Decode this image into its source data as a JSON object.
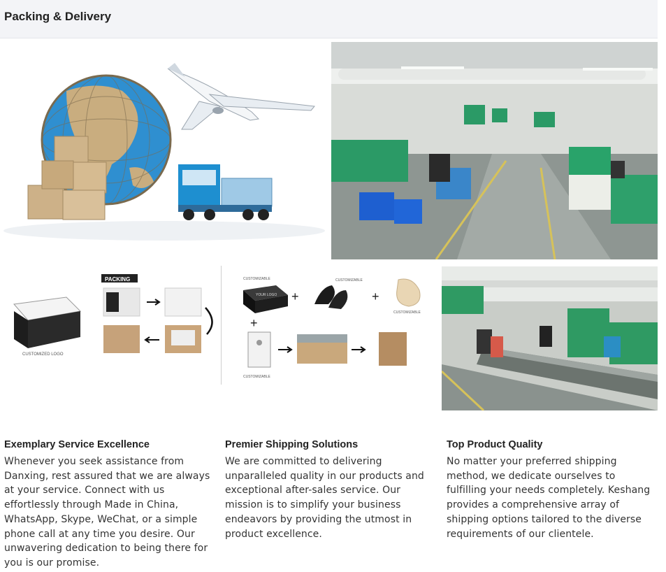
{
  "header": {
    "title": "Packing & Delivery"
  },
  "images": {
    "logistics": {
      "label": "globe-boxes-airplane-truck"
    },
    "factory_floor": {
      "label": "shoe-factory-floor"
    },
    "packing": {
      "packing_label": "PACKING",
      "customized_logo": "CUSTOMIZED LOGO"
    },
    "components": {
      "box_label": "CUSTOMIZABLE",
      "box_logo": "YOUR LOGO",
      "shoes_label": "CUSTOMIZABLE",
      "bag_label": "CUSTOMIZABLE",
      "tag_label": "CUSTOMIZABLE"
    },
    "assembly_line": {
      "label": "shoe-assembly-line"
    }
  },
  "features": [
    {
      "title": "Exemplary Service Excellence",
      "text": "Whenever you seek assistance from Danxing, rest assured that we are always at your service. Connect with us effortlessly through Made in China, WhatsApp, Skype, WeChat, or a simple phone call at any time you desire. Our unwavering dedication to being there for you is our promise."
    },
    {
      "title": "Premier Shipping Solutions",
      "text": "We are committed to delivering unparalleled quality in our products and exceptional after-sales service. Our mission is to simplify your business endeavors by providing the utmost in product excellence."
    },
    {
      "title": "Top Product Quality",
      "text": "No matter your preferred shipping method, we dedicate ourselves to fulfilling your needs completely. Keshang provides a comprehensive array of shipping options tailored to the diverse requirements of our clientele."
    }
  ],
  "colors": {
    "header_bg": "#f3f4f7",
    "machine_green": "#2f9a63",
    "text": "#333333"
  }
}
